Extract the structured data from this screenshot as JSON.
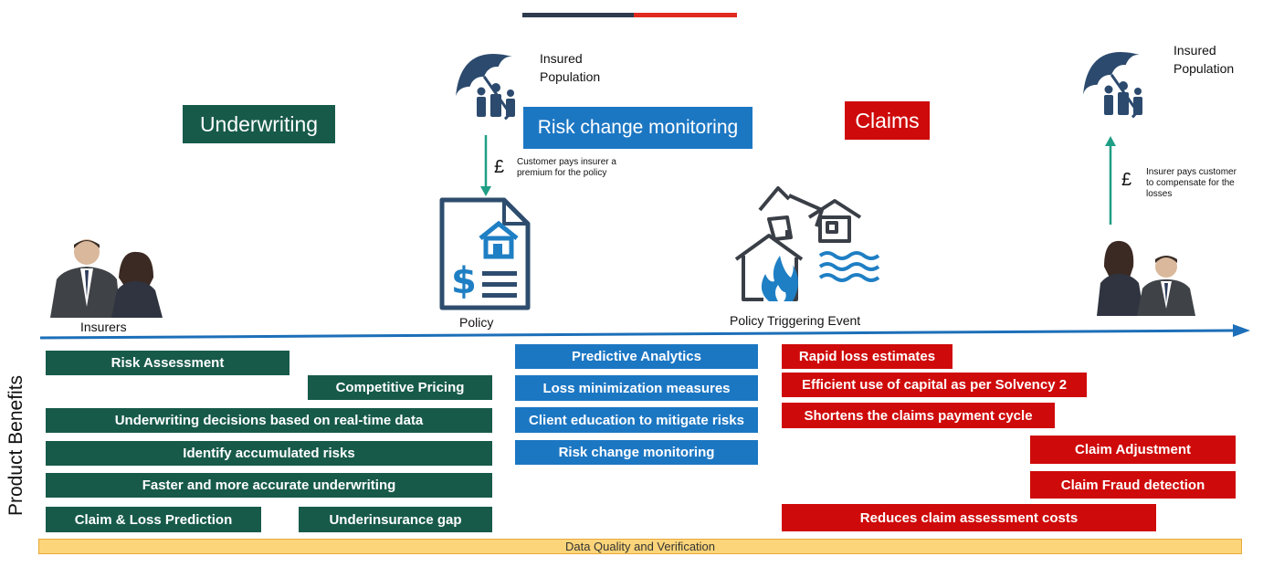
{
  "sections": {
    "underwriting": "Underwriting",
    "risk_change": "Risk change monitoring",
    "claims": "Claims"
  },
  "nodes": {
    "insured_population_left": [
      "Insured",
      "Population"
    ],
    "insured_population_right": [
      "Insured",
      "Population"
    ],
    "insurers": "Insurers",
    "policy": "Policy",
    "event": "Policy Triggering Event"
  },
  "flows": {
    "premium_symbol": "£",
    "premium_note": [
      "Customer pays insurer a",
      "premium for the policy"
    ],
    "payout_symbol": "£",
    "payout_note": [
      "Insurer pays customer",
      "to compensate for the",
      "losses"
    ]
  },
  "benefits_label": "Product Benefits",
  "benefits": {
    "underwriting": [
      "Risk Assessment",
      "Competitive Pricing",
      "Underwriting decisions based on real-time data",
      "Identify accumulated risks",
      "Faster and more accurate underwriting",
      "Claim & Loss Prediction",
      "Underinsurance gap"
    ],
    "monitoring": [
      "Predictive Analytics",
      "Loss minimization measures",
      "Client education to mitigate risks",
      "Risk change monitoring"
    ],
    "claims": [
      "Rapid loss estimates",
      "Efficient use of capital as per Solvency 2",
      "Shortens the claims payment cycle",
      "Claim Adjustment",
      "Claim Fraud detection",
      "Reduces claim assessment costs"
    ]
  },
  "footer": "Data Quality and Verification",
  "colors": {
    "underwriting": "#175a4a",
    "monitoring": "#1c77c3",
    "claims": "#cf0a0a",
    "timeline": "#1c6fb8",
    "footer": "#fcd57a"
  }
}
